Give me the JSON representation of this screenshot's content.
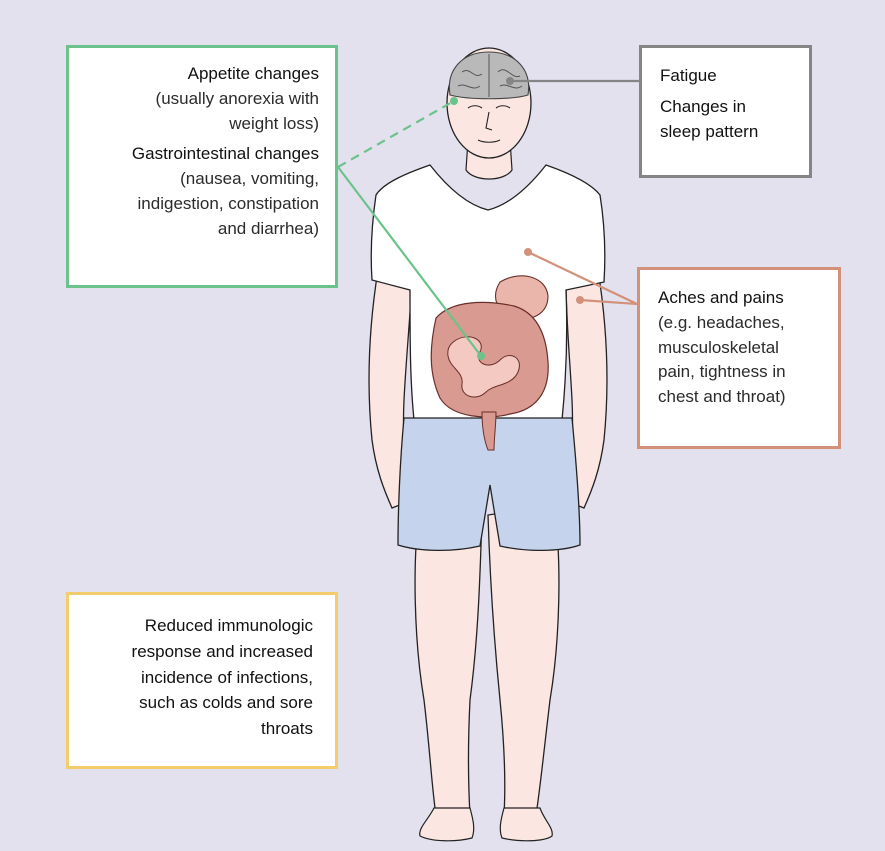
{
  "callouts": {
    "appetite": {
      "title": "Appetite changes",
      "detail": [
        "(usually anorexia with",
        "weight loss)"
      ],
      "gi_title": "Gastrointestinal changes",
      "gi_detail": [
        "(nausea, vomiting,",
        "indigestion, constipation",
        "and diarrhea)"
      ],
      "border_color": "#6cc28b"
    },
    "fatigue": {
      "lines": [
        "Fatigue",
        "Changes in",
        "sleep pattern"
      ],
      "border_color": "#858585"
    },
    "aches": {
      "title": "Aches and pains",
      "detail": [
        "(e.g. headaches,",
        "musculoskeletal",
        "pain, tightness in",
        "chest and throat)"
      ],
      "border_color": "#d3917a"
    },
    "immune": {
      "lines": [
        "Reduced immunologic",
        "response and increased",
        "incidence of infections,",
        "such as colds and sore",
        "throats"
      ],
      "border_color": "#f3cc6c"
    }
  },
  "colors": {
    "background": "#e4e1ef",
    "skin": "#fbe6e2",
    "shorts": "#c5d3ec",
    "intestine": "#d99a91",
    "brain": "#b9b9b9"
  },
  "icons": [
    "human-figure",
    "brain-icon",
    "digestive-tract-icon"
  ]
}
